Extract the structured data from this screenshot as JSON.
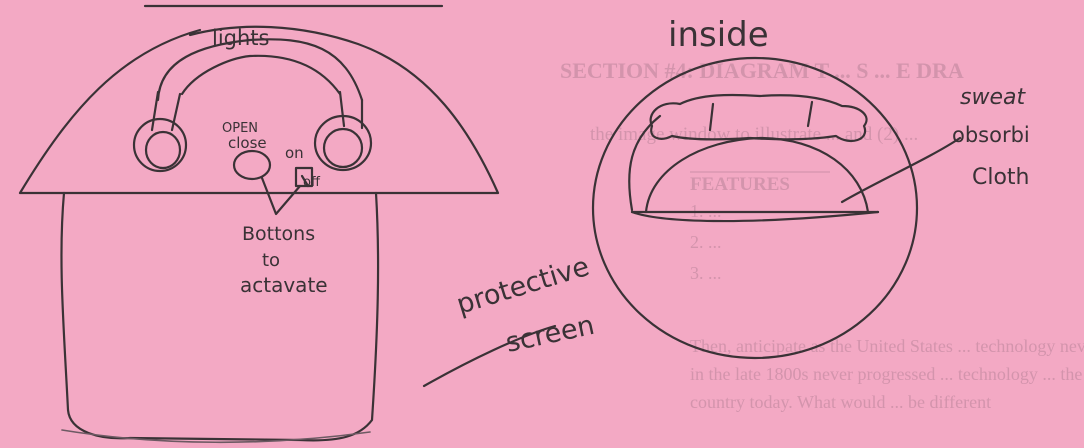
{
  "sketch_left": {
    "label_lights": "lights",
    "label_open": "OPEN",
    "label_close": "close",
    "label_on": "on",
    "label_off": "off",
    "label_buttons": "Bottons",
    "label_to": "to",
    "label_actavate": "actavate"
  },
  "sketch_right": {
    "title": "inside",
    "label_sweat": "sweat",
    "label_absorbing": "obsorbi",
    "label_cloth": "Cloth",
    "label_protective": "protective",
    "label_screen": "screen"
  },
  "background_print": {
    "heading": "SECTION #4: DIAGRAM T ... S ... E DRA",
    "line1": "the image window to illustrate ... and (2) ...",
    "line2": "FEATURES",
    "line3": "1. ...",
    "line4": "2. ...",
    "line5": "3. ...",
    "line6": "Then, anticipate as the United States ... technology never",
    "line7": "in the late 1800s never progressed ... technology ... the",
    "line8": "country today. What would ... be different"
  },
  "colors": {
    "paper": "#f3a9c4",
    "pencil": "#3a3236"
  }
}
